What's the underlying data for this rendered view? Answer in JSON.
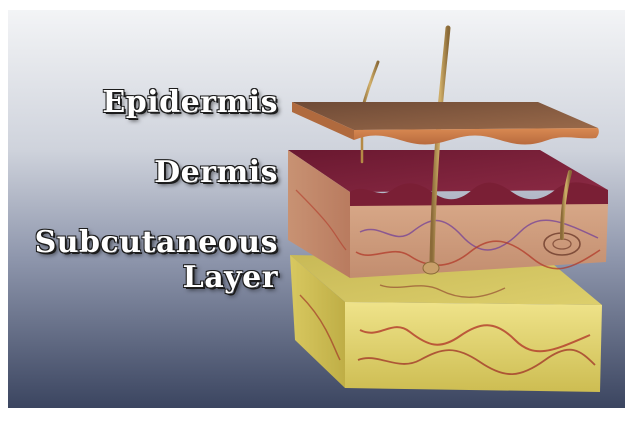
{
  "labels": {
    "epidermis": "Epidermis",
    "dermis": "Dermis",
    "subcutaneous": "Subcutaneous",
    "layer": "Layer"
  },
  "colors": {
    "background_top": "#f3f4f6",
    "background_bottom": "#3b4560",
    "epidermis": "#8a5a3c",
    "dermis": "#c08a6a",
    "dermis_top": "#7a1f35",
    "subcutaneous": "#d9cd6a",
    "hair": "#b58a45",
    "vessels": "#b23a2a"
  },
  "icons": {
    "scene": "skin-layers-illustration"
  }
}
